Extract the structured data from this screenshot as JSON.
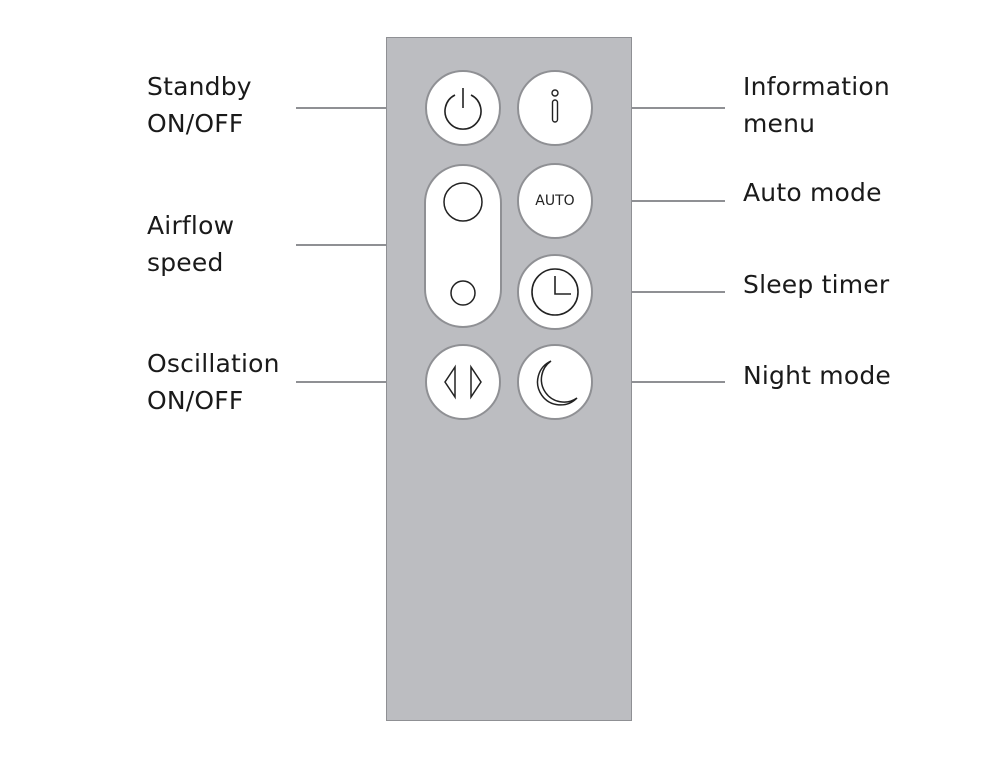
{
  "labels": {
    "standby": [
      "Standby",
      "ON/OFF"
    ],
    "airflow": [
      "Airflow",
      "speed"
    ],
    "oscillation": [
      "Oscillation",
      "ON/OFF"
    ],
    "information": [
      "Information",
      "menu"
    ],
    "auto": "Auto mode",
    "sleep": "Sleep timer",
    "night": "Night mode"
  },
  "buttons": {
    "auto_text": "AUTO"
  },
  "colors": {
    "remote": "#bcbdc1",
    "outline": "#8f9094"
  }
}
